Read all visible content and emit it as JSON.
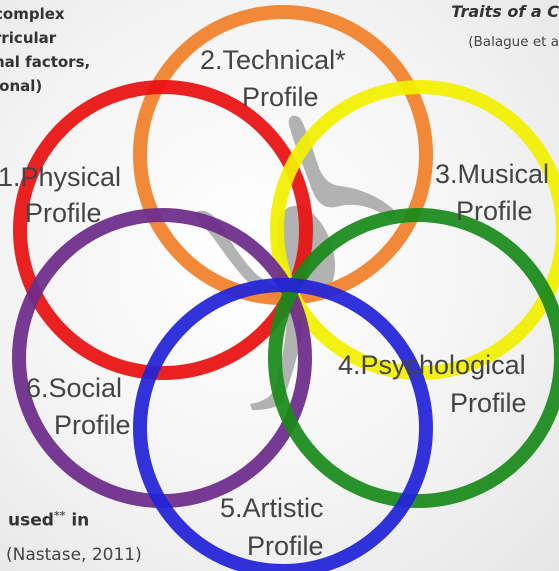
{
  "top_left_lines": [
    "complex",
    "rricular",
    "nal factors,",
    "ional)"
  ],
  "top_right_title": "Traits of a C",
  "top_right_ref": "(Balague et a",
  "bottom_used": "used",
  "bottom_used_mark": "**",
  "bottom_used_in": " in",
  "bottom_ref": "(Nastase, 2011)",
  "profiles": [
    {
      "line1": "1.Physical",
      "line2": "Profile",
      "color": "#e81010"
    },
    {
      "line1": "2.Technical*",
      "line2": "Profile",
      "color": "#f0802a"
    },
    {
      "line1": "3.Musical",
      "line2": "Profile",
      "color": "#f2f000"
    },
    {
      "line1": "4.Psychological",
      "line2": "Profile",
      "color": "#1a8a1a"
    },
    {
      "line1": "5.Artistic",
      "line2": "Profile",
      "color": "#2222d8"
    },
    {
      "line1": "6.Social",
      "line2": "Profile",
      "color": "#6d2b8a"
    }
  ]
}
